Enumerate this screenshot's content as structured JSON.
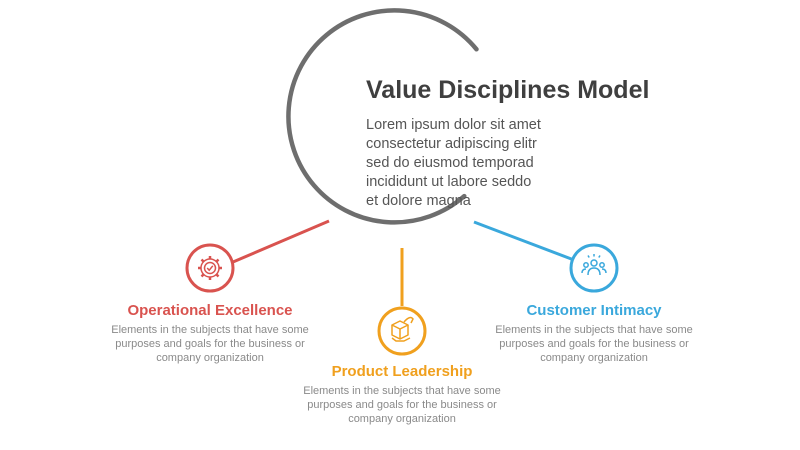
{
  "title": "Value Disciplines Model",
  "body_lines": [
    "Lorem ipsum dolor sit amet",
    "consectetur adipiscing elitr",
    "sed do eiusmod temporad",
    "incididunt ut labore  seddo",
    "et dolore magna"
  ],
  "items": [
    {
      "label": "Operational Excellence",
      "color": "#d9534f",
      "icon": "gear-check-icon",
      "desc": [
        "Elements in the subjects that have some",
        "purposes and goals for the business or",
        "company organization"
      ]
    },
    {
      "label": "Product Leadership",
      "color": "#f0a01e",
      "icon": "box-hand-icon",
      "desc": [
        "Elements in the subjects that have some",
        "purposes and goals for the business or",
        "company organization"
      ]
    },
    {
      "label": "Customer Intimacy",
      "color": "#3aa8dc",
      "icon": "people-group-icon",
      "desc": [
        "Elements in the subjects that have some",
        "purposes and goals for the business or",
        "company organization"
      ]
    }
  ],
  "colors": {
    "main_circle": "#6e6e6e"
  }
}
